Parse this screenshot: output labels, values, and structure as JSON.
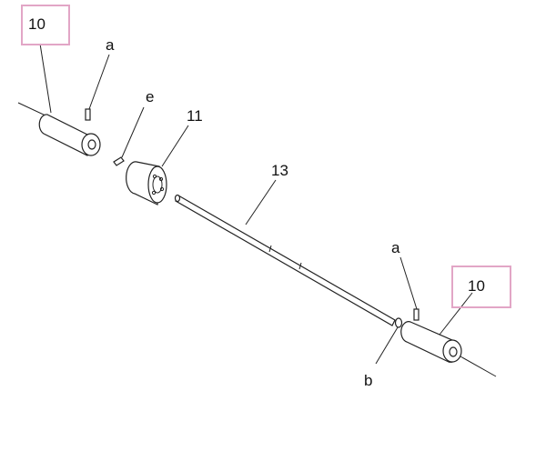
{
  "colors": {
    "callout_box": "#e2a6c6",
    "line": "#222222",
    "background": "#ffffff"
  },
  "labels": {
    "part_10_left": "10",
    "part_10_right": "10",
    "part_11": "11",
    "part_13": "13",
    "a_left": "a",
    "a_right": "a",
    "e": "e",
    "b": "b"
  }
}
